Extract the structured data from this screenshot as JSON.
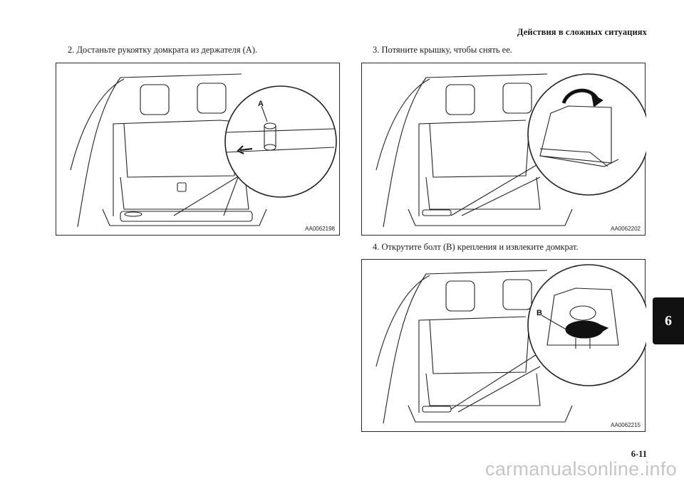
{
  "header": {
    "section_title": "Действия в сложных ситуациях"
  },
  "steps": [
    {
      "text": "2. Достаньте рукоятку домкрата из держателя (A).",
      "figure_code": "AA0062198",
      "callout_label": "A"
    },
    {
      "text": "3. Потяните крышку, чтобы снять ее.",
      "figure_code": "AA0062202"
    },
    {
      "text": "4. Открутите болт (B) крепления и извлеките домкрат.",
      "figure_code": "AA0062215",
      "callout_label": "B"
    }
  ],
  "chapter_tab": "6",
  "page_number": "6-11",
  "watermark": "carmanualsonline.info"
}
